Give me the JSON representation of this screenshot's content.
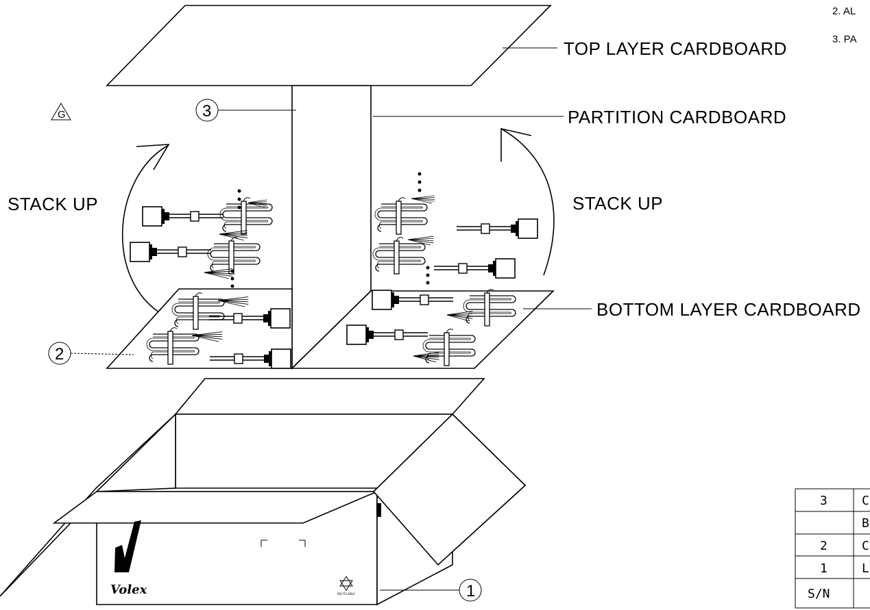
{
  "notes": [
    "2. AL",
    "3. PA"
  ],
  "labels": {
    "top_layer": "TOP  LAYER  CARDBOARD",
    "partition": "PARTITION  CARDBOARD",
    "bottom_layer": "BOTTOM  LAYER  CARDBOARD",
    "stack_up_left": "STACK  UP",
    "stack_up_right": "STACK  UP"
  },
  "callouts": {
    "partition": "3",
    "bottom_layer": "2",
    "box": "1"
  },
  "revision_symbol": "G",
  "box_logo": {
    "brand": "Volex",
    "recycle_caption": "RECYCLABLE"
  },
  "parts_table": {
    "rows": [
      {
        "num": "3",
        "desc": "C"
      },
      {
        "num": "",
        "desc": "B"
      },
      {
        "num": "2",
        "desc": "C"
      },
      {
        "num": "1",
        "desc": "L"
      }
    ],
    "header": {
      "num": "S/N",
      "desc": ""
    }
  }
}
